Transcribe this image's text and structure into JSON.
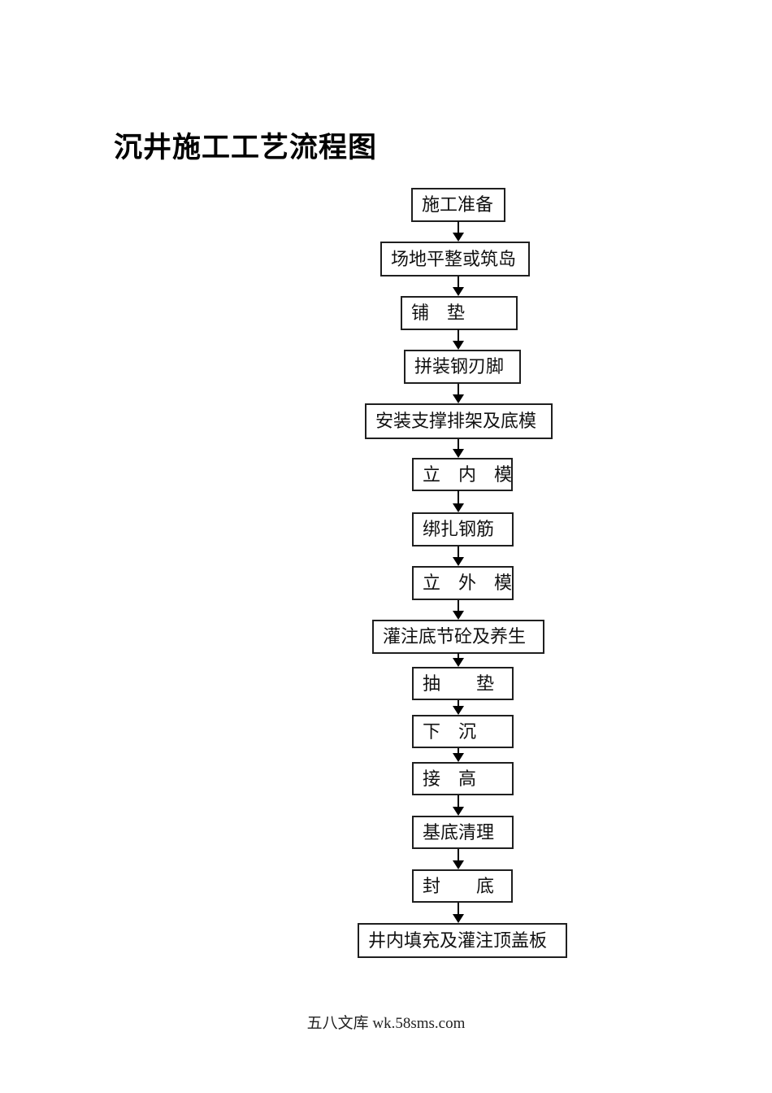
{
  "document": {
    "title": "沉井施工工艺流程图"
  },
  "flowchart": {
    "direction": "top-to-bottom",
    "connector_color": "#000000",
    "box_border_color": "#1f1f1f",
    "steps": [
      {
        "label": "施工准备"
      },
      {
        "label": "场地平整或筑岛"
      },
      {
        "label": "铺　垫"
      },
      {
        "label": "拼装钢刃脚"
      },
      {
        "label": "安装支撑排架及底模"
      },
      {
        "label": "立　内　模"
      },
      {
        "label": "绑扎钢筋"
      },
      {
        "label": "立　外　模"
      },
      {
        "label": "灌注底节砼及养生"
      },
      {
        "label": "抽　　垫"
      },
      {
        "label": "下　沉"
      },
      {
        "label": "接　高"
      },
      {
        "label": "基底清理"
      },
      {
        "label": "封　　底"
      },
      {
        "label": "井内填充及灌注顶盖板"
      }
    ]
  },
  "footer": {
    "text": "五八文库 wk.58sms.com"
  }
}
